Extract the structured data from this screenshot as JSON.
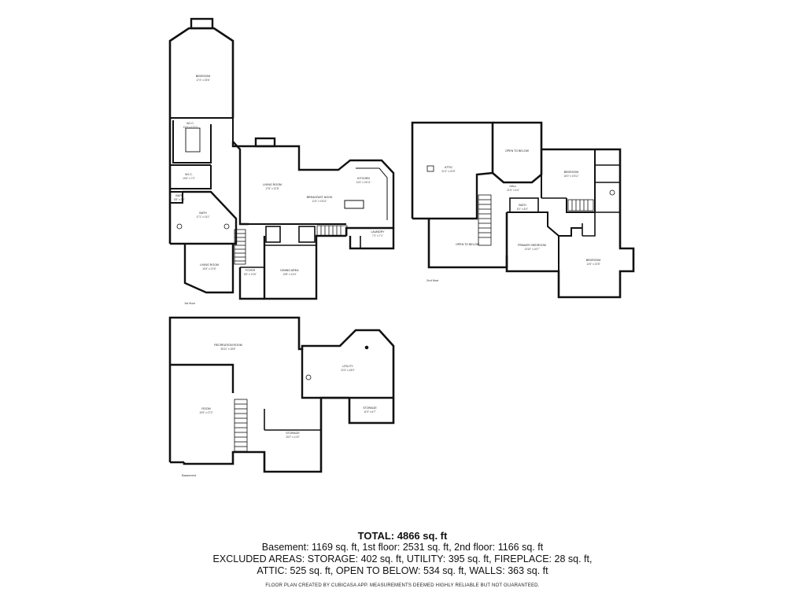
{
  "summary": {
    "total": "TOTAL: 4866 sq. ft",
    "line1": "Basement: 1169 sq. ft, 1st floor: 2531 sq. ft, 2nd floor: 1166 sq. ft",
    "line2": "EXCLUDED AREAS: STORAGE: 402 sq. ft, UTILITY: 395 sq. ft, FIREPLACE: 28 sq. ft,",
    "line3": "ATTIC: 525 sq. ft, OPEN TO BELOW: 534 sq. ft, WALLS: 363 sq. ft",
    "credit": "FLOOR PLAN CREATED BY CUBICASA APP. MEASUREMENTS DEEMED HIGHLY RELIABLE BUT NOT GUARANTEED."
  },
  "floors": {
    "first": "1st floor",
    "second": "2nd floor",
    "basement": "Basement"
  },
  "rooms": {
    "bedroom_1": {
      "name": "BEDROOM",
      "dim": "17'4\" x 25'6\""
    },
    "wic_1": {
      "name": "W.I.C.",
      "dim": "12'0\" x 12'11\""
    },
    "wic_2": {
      "name": "W.I.C.",
      "dim": "10'6\" x 7'2\""
    },
    "bath_small": {
      "name": "BATH",
      "dim": "5'8\" x 5'8\""
    },
    "bath_1": {
      "name": "BATH",
      "dim": "17'1\" x 14'1\""
    },
    "living_1": {
      "name": "LIVING ROOM",
      "dim": "17'6\" x 22'8\""
    },
    "breakfast": {
      "name": "BREAKFAST NOOK",
      "dim": "11'4\" x 15'11\""
    },
    "kitchen": {
      "name": "KITCHEN",
      "dim": "14'4\" x 24'11\""
    },
    "living_2": {
      "name": "LIVING ROOM",
      "dim": "15'4\" x 21'6\""
    },
    "foyer": {
      "name": "FOYER",
      "dim": "8'6\" x 10'6\""
    },
    "dining": {
      "name": "DINING AREA",
      "dim": "13'8\" x 14'4\""
    },
    "laundry": {
      "name": "LAUNDRY",
      "dim": "7'1\" x 7'1\""
    },
    "attic": {
      "name": "ATTIC",
      "dim": "21'4\" x 24'9\""
    },
    "open_below_1": {
      "name": "OPEN TO BELOW",
      "dim": ""
    },
    "open_below_2": {
      "name": "OPEN TO BELOW",
      "dim": ""
    },
    "hall_2": {
      "name": "HALL",
      "dim": "21'5\" x 6'4\""
    },
    "bedroom_2": {
      "name": "BEDROOM",
      "dim": "16'0\" x 15'11\""
    },
    "primary_bedroom": {
      "name": "PRIMARY BEDROOM",
      "dim": "13'10\" x 16'7\""
    },
    "bedroom_3": {
      "name": "BEDROOM",
      "dim": "12'6\" x 22'8\""
    },
    "bath_2": {
      "name": "BATH",
      "dim": "8'1\" x 8'4\""
    },
    "recreation": {
      "name": "RECREATION ROOM",
      "dim": "35'11\" x 16'8\""
    },
    "room_b": {
      "name": "ROOM",
      "dim": "19'9\" x 27'2\""
    },
    "utility": {
      "name": "UTILITY",
      "dim": "22'4\" x 18'0\""
    },
    "storage_1": {
      "name": "STORAGE",
      "dim": "11'9\" x 6'7\""
    },
    "storage_2": {
      "name": "STORAGE",
      "dim": "25'2\" x 11'5\""
    }
  }
}
